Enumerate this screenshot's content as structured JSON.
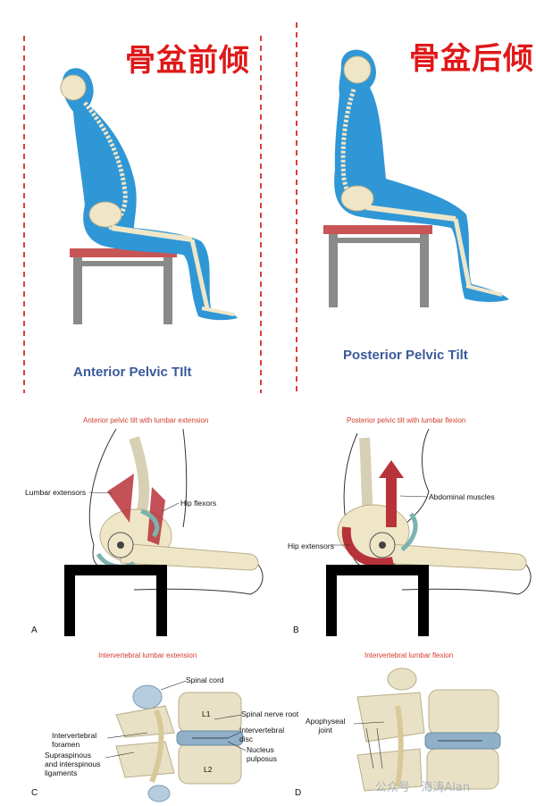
{
  "top": {
    "left": {
      "title_cn": "骨盆前倾",
      "caption": "Anterior Pelvic TIlt"
    },
    "right": {
      "title_cn": "骨盆后倾",
      "caption": "Posterior Pelvic Tilt"
    }
  },
  "middle": {
    "left": {
      "caption": "Anterior pelvic tilt with lumbar extension",
      "label_lumbar": "Lumbar extensors",
      "label_hip": "Hip flexors",
      "letter": "A"
    },
    "right": {
      "caption": "Posterior pelvic tilt with lumbar flexion",
      "label_abdominal": "Abdominal muscles",
      "label_hip": "Hip extensors",
      "letter": "B"
    }
  },
  "bottom": {
    "left": {
      "caption": "Intervertebral lumbar extension",
      "spinal_cord": "Spinal cord",
      "l1": "L1",
      "nerve_root": "Spinal nerve root",
      "foramen": "Intervertebral\nforamen",
      "disc": "Intervertebral\ndisc",
      "ligaments": "Supraspinous\nand interspinous\nligaments",
      "nucleus": "Nucleus\npulposus",
      "l2": "L2",
      "letter": "C"
    },
    "right": {
      "caption": "Intervertebral lumbar flexion",
      "apophyseal": "Apophyseal\njoint",
      "letter": "D"
    }
  },
  "watermark": "公众号 · 海涛Alan",
  "colors": {
    "body_blue": "#2f97d6",
    "red_title": "#e01818",
    "muscle_red": "#b8323a",
    "bone": "#efe6c8",
    "arrow_teal": "#7ab3b0"
  }
}
